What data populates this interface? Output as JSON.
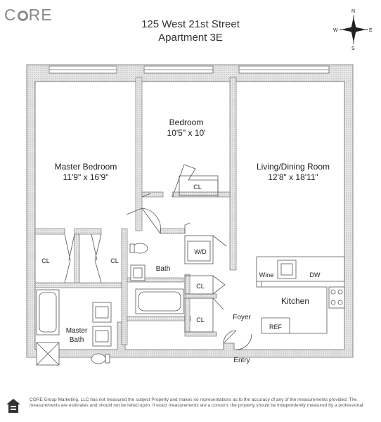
{
  "brand": {
    "logo_text_1": "C",
    "logo_text_2": "RE"
  },
  "header": {
    "address": "125 West 21st Street",
    "unit": "Apartment 3E"
  },
  "compass": {
    "n": "N",
    "s": "S",
    "e": "E",
    "w": "W"
  },
  "rooms": {
    "master_bedroom": {
      "name": "Master Bedroom",
      "dims": "11'9\" x 16'9\""
    },
    "bedroom": {
      "name": "Bedroom",
      "dims": "10'5\" x 10'"
    },
    "living": {
      "name": "Living/Dining Room",
      "dims": "12'8\" x 18'11\""
    },
    "bath": "Bath",
    "master_bath_1": "Master",
    "master_bath_2": "Bath",
    "kitchen": "Kitchen",
    "foyer": "Foyer",
    "entry": "Entry",
    "closet": "CL",
    "wd": "W/D",
    "wine": "Wine",
    "dw": "DW",
    "ref": "REF"
  },
  "footer": {
    "disclaimer": "CORE Group Marketing, LLC has not measured the subject Property and makes no representations as to the accuracy of any of the measurements provided. The measurements are estimates and should not be relied upon. If exact measurements are a concern, the property should be independently measured by a professional."
  }
}
